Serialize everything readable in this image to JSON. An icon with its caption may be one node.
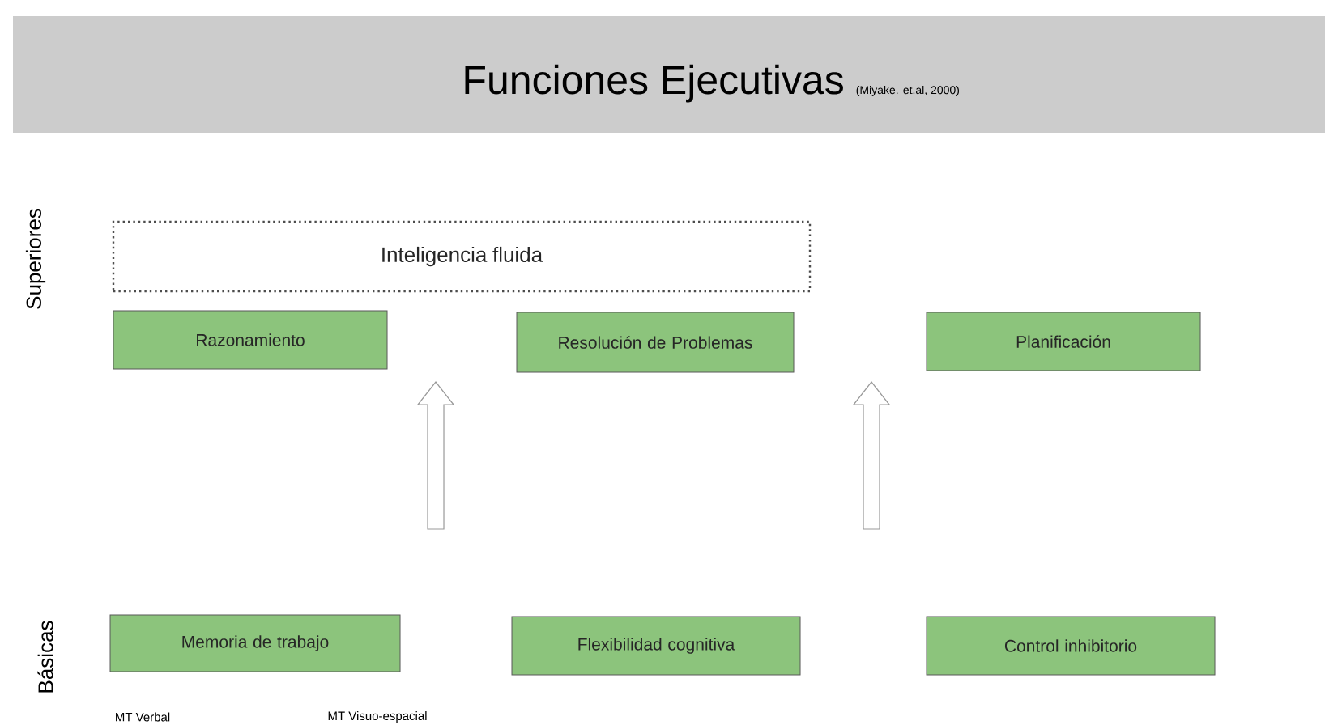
{
  "diagram": {
    "nodes": [
      {
        "text": [
          "Funciones Ejecutivas",
          "(Miyake. et.al, 2000)"
        ]
      },
      {
        "text": [
          "Inteligencia fluida"
        ]
      },
      {
        "text": [
          "Razonamiento"
        ]
      },
      {
        "text": [
          "Resolución de Problemas"
        ]
      },
      {
        "text": [
          "Planificación"
        ]
      },
      {
        "text": [
          "Memoria de trabajo"
        ]
      },
      {
        "text": [
          "Flexibilidad cognitiva"
        ]
      },
      {
        "text": [
          "Control inhibitorio"
        ]
      }
    ],
    "labels": [
      "Superiores",
      "Básicas",
      "MT Verbal",
      "MT Visuo-espacial"
    ]
  }
}
